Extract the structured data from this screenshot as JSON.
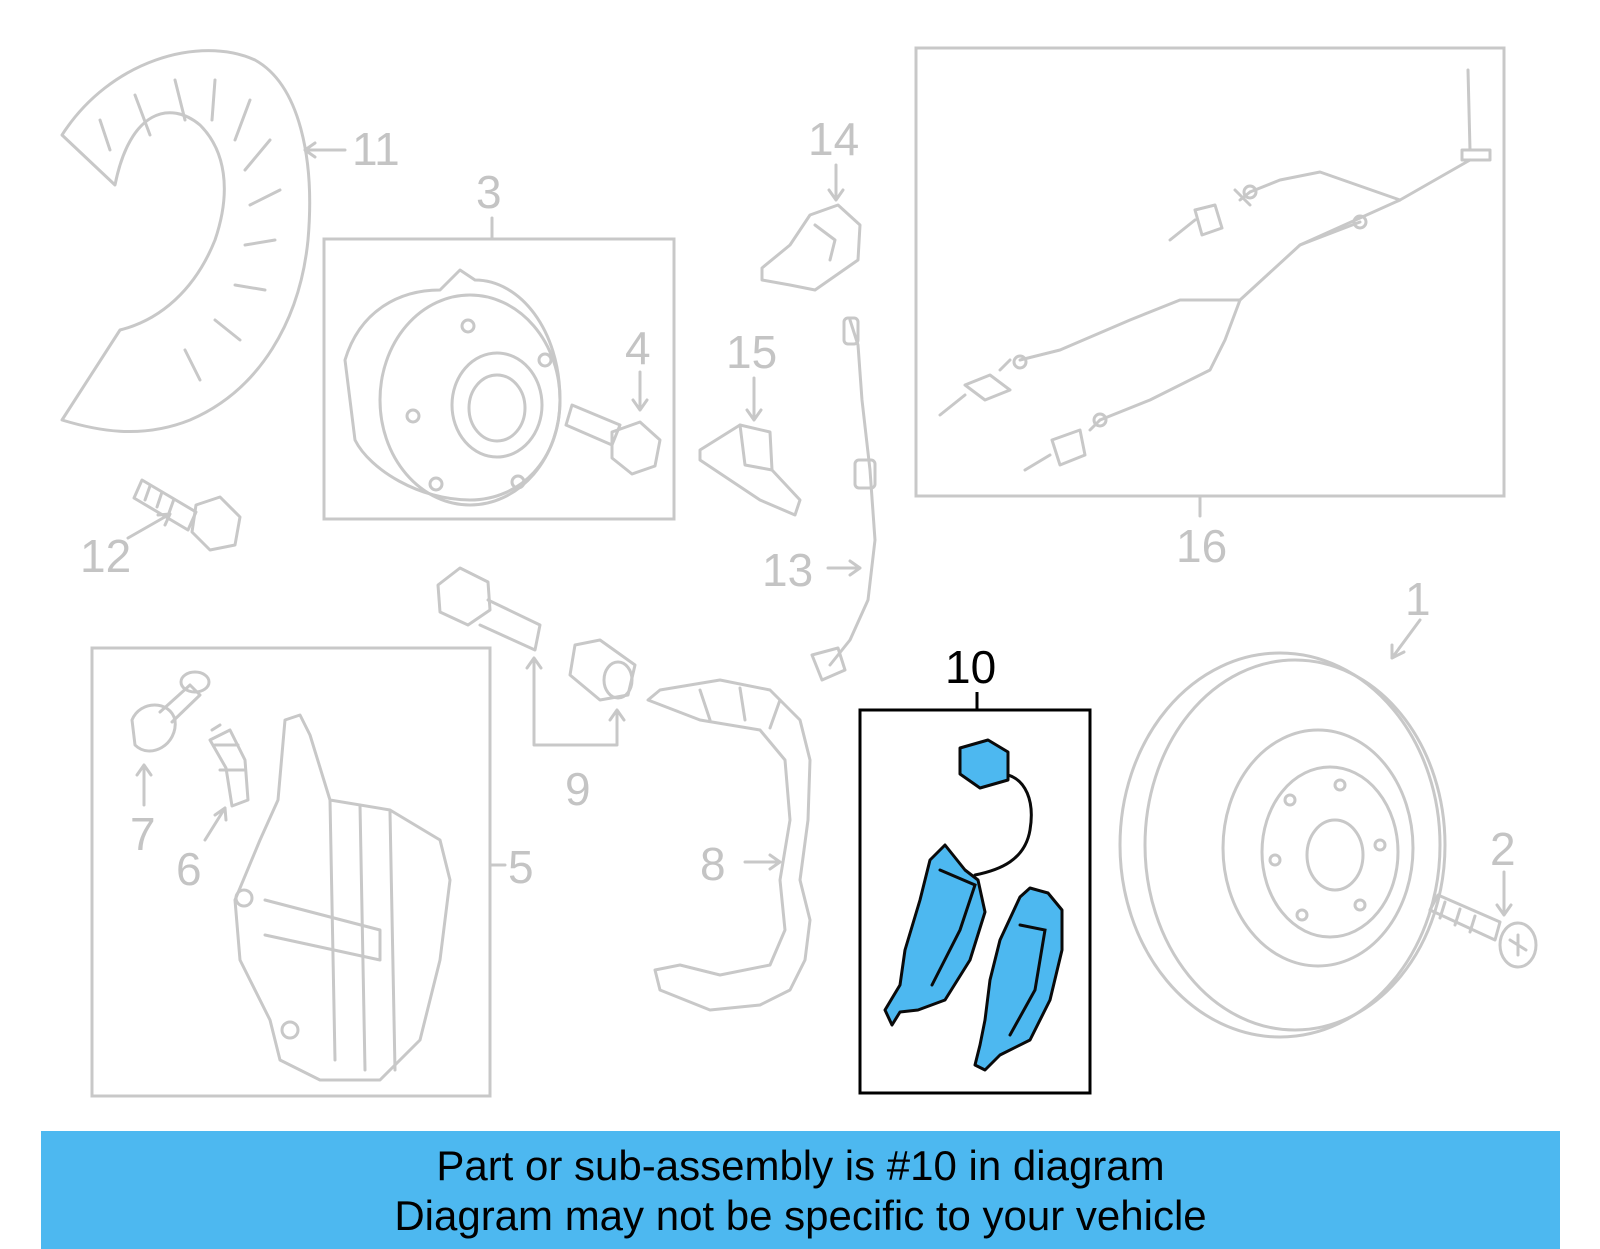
{
  "callouts": {
    "c1": "1",
    "c2": "2",
    "c3": "3",
    "c4": "4",
    "c5": "5",
    "c6": "6",
    "c7": "7",
    "c8": "8",
    "c9": "9",
    "c10": "10",
    "c11": "11",
    "c12": "12",
    "c13": "13",
    "c14": "14",
    "c15": "15",
    "c16": "16"
  },
  "highlighted_part": "10",
  "colors": {
    "highlight": "#4db8f0",
    "line_art": "#c8c8c8",
    "highlight_outline": "#000000"
  },
  "banner": {
    "line1": "Part or sub-assembly is #10 in diagram",
    "line2": "Diagram may not be specific to your vehicle"
  }
}
